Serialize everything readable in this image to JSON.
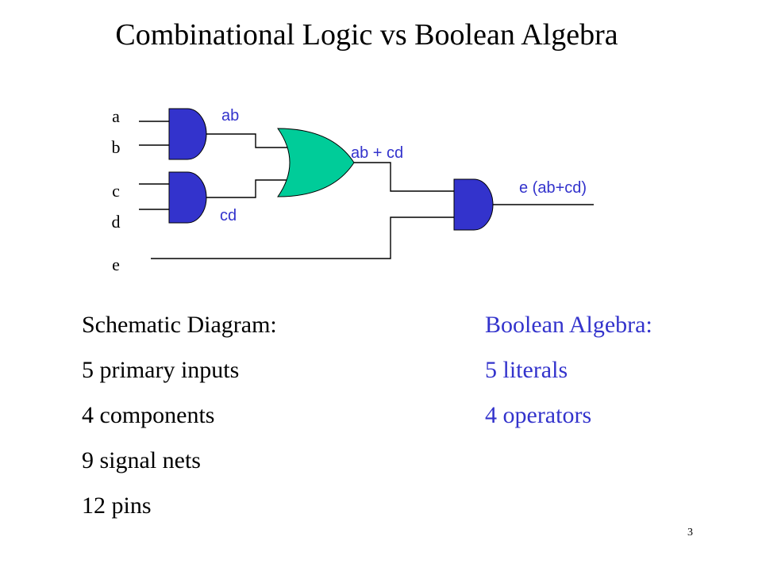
{
  "title": "Combinational Logic vs Boolean Algebra",
  "diagram": {
    "inputs": [
      "a",
      "b",
      "c",
      "d",
      "e"
    ],
    "signals": [
      "ab",
      "cd",
      "ab + cd",
      "e (ab+cd)"
    ],
    "gates": [
      {
        "type": "AND",
        "inputs": [
          "a",
          "b"
        ],
        "output": "ab"
      },
      {
        "type": "AND",
        "inputs": [
          "c",
          "d"
        ],
        "output": "cd"
      },
      {
        "type": "OR",
        "inputs": [
          "ab",
          "cd"
        ],
        "output": "ab + cd"
      },
      {
        "type": "AND",
        "inputs": [
          "ab + cd",
          "e"
        ],
        "output": "e (ab+cd)"
      }
    ],
    "colors": {
      "and_gate": "#3333cc",
      "or_gate": "#00cc99",
      "wire": "#000000",
      "label_blue": "#3333cc"
    }
  },
  "schematic": {
    "heading": "Schematic Diagram:",
    "items": [
      "5 primary inputs",
      "4 components",
      "9 signal nets",
      "12 pins"
    ]
  },
  "boolean": {
    "heading": "Boolean Algebra:",
    "items": [
      "5 literals",
      "4 operators"
    ]
  },
  "page_number": "3"
}
